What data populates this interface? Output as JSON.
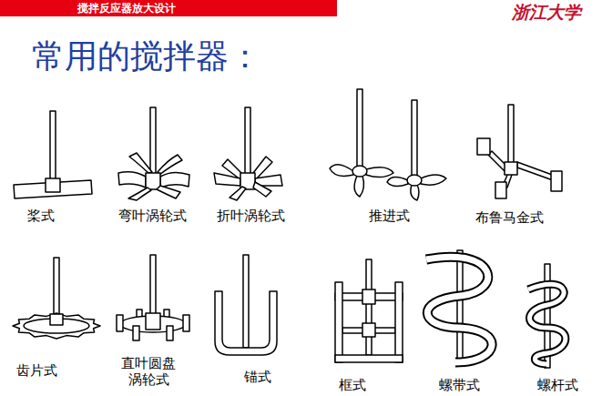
{
  "diagram": {
    "title": "常用的搅拌器：",
    "labels": [
      "搅拌反应器放大设计",
      "浙江大学",
      "桨式",
      "弯叶涡轮式",
      "折叶涡轮式",
      "推进式",
      "布鲁马金式",
      "齿片式",
      "直叶圆盘 涡轮式",
      "锚式",
      "框式",
      "螺带式",
      "螺杆式"
    ]
  }
}
